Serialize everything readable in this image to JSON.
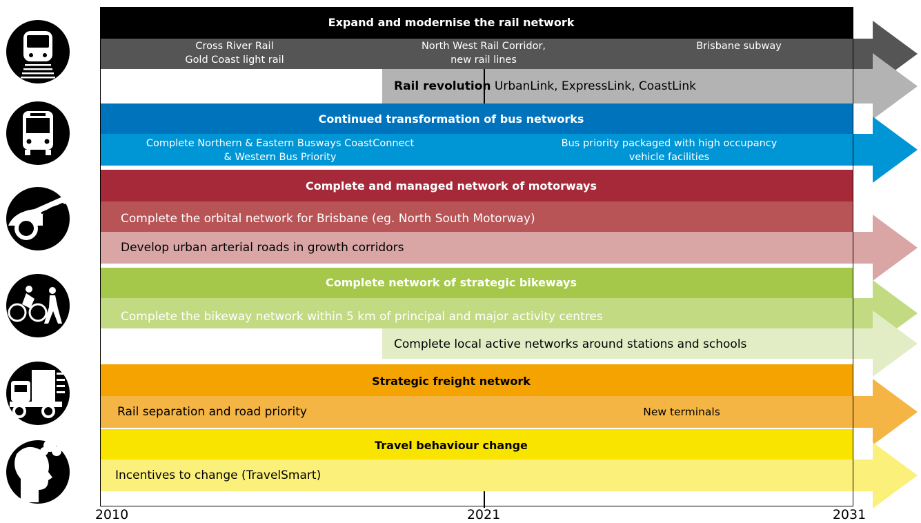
{
  "years": [
    "2010",
    "2021",
    "2031"
  ],
  "rows": [
    {
      "id": "rail-header",
      "fill": "#000000",
      "color": "#ffffff",
      "bold": true,
      "texts": [
        "Expand and modernise the rail network"
      ]
    },
    {
      "id": "rail-projects",
      "fill": "#555555",
      "color": "#ffffff",
      "texts": [
        "Cross River Rail\nGold Coast light rail",
        "North West Rail Corridor,\nnew rail lines",
        "Brisbane subway"
      ]
    },
    {
      "id": "rail-revolution",
      "fill": "#b3b3b3",
      "color": "#000000",
      "texts": [
        "Rail revolution",
        " UrbanLink, ExpressLink, CoastLink"
      ]
    },
    {
      "id": "bus-header",
      "fill": "#0073bd",
      "color": "#ffffff",
      "bold": true,
      "texts": [
        "Continued transformation of bus networks"
      ]
    },
    {
      "id": "bus-projects",
      "fill": "#0096d6",
      "color": "#ffffff",
      "texts": [
        "Complete Northern & Eastern Busways CoastConnect\n& Western Bus Priority",
        "Bus priority packaged with high occupancy\nvehicle facilities"
      ]
    },
    {
      "id": "motorway-header",
      "fill": "#a6293a",
      "color": "#ffffff",
      "bold": true,
      "texts": [
        "Complete and managed network of motorways"
      ]
    },
    {
      "id": "motorway-orbital",
      "fill": "#b85356",
      "color": "#ffffff",
      "texts": [
        "Complete the orbital network for Brisbane (eg. North South Motorway)"
      ]
    },
    {
      "id": "arterial-roads",
      "fill": "#d9a6a5",
      "color": "#000000",
      "texts": [
        "Develop urban arterial roads in growth corridors"
      ]
    },
    {
      "id": "bikeway-header",
      "fill": "#a5c84a",
      "color": "#ffffff",
      "bold": true,
      "texts": [
        "Complete network of strategic bikeways"
      ]
    },
    {
      "id": "bikeway-network",
      "fill": "#c2da82",
      "color": "#ffffff",
      "texts": [
        "Complete the bikeway network within 5 km of principal and major activity centres"
      ]
    },
    {
      "id": "local-active",
      "fill": "#e2edc6",
      "color": "#000000",
      "texts": [
        "Complete local active networks around stations and schools"
      ]
    },
    {
      "id": "freight-header",
      "fill": "#f4a300",
      "color": "#000000",
      "bold": true,
      "texts": [
        "Strategic freight network"
      ]
    },
    {
      "id": "freight-projects",
      "fill": "#f5b544",
      "color": "#000000",
      "texts": [
        "Rail separation and road priority",
        "New terminals"
      ]
    },
    {
      "id": "behaviour-header",
      "fill": "#f9e400",
      "color": "#000000",
      "bold": true,
      "texts": [
        "Travel behaviour change"
      ]
    },
    {
      "id": "behaviour-incentives",
      "fill": "#fbf07a",
      "color": "#000000",
      "texts": [
        "Incentives to change (TravelSmart)"
      ]
    }
  ],
  "icons": [
    "train-icon",
    "bus-icon",
    "car-icon",
    "cyclist-pedestrian-icon",
    "truck-icon",
    "head-thought-icon"
  ]
}
